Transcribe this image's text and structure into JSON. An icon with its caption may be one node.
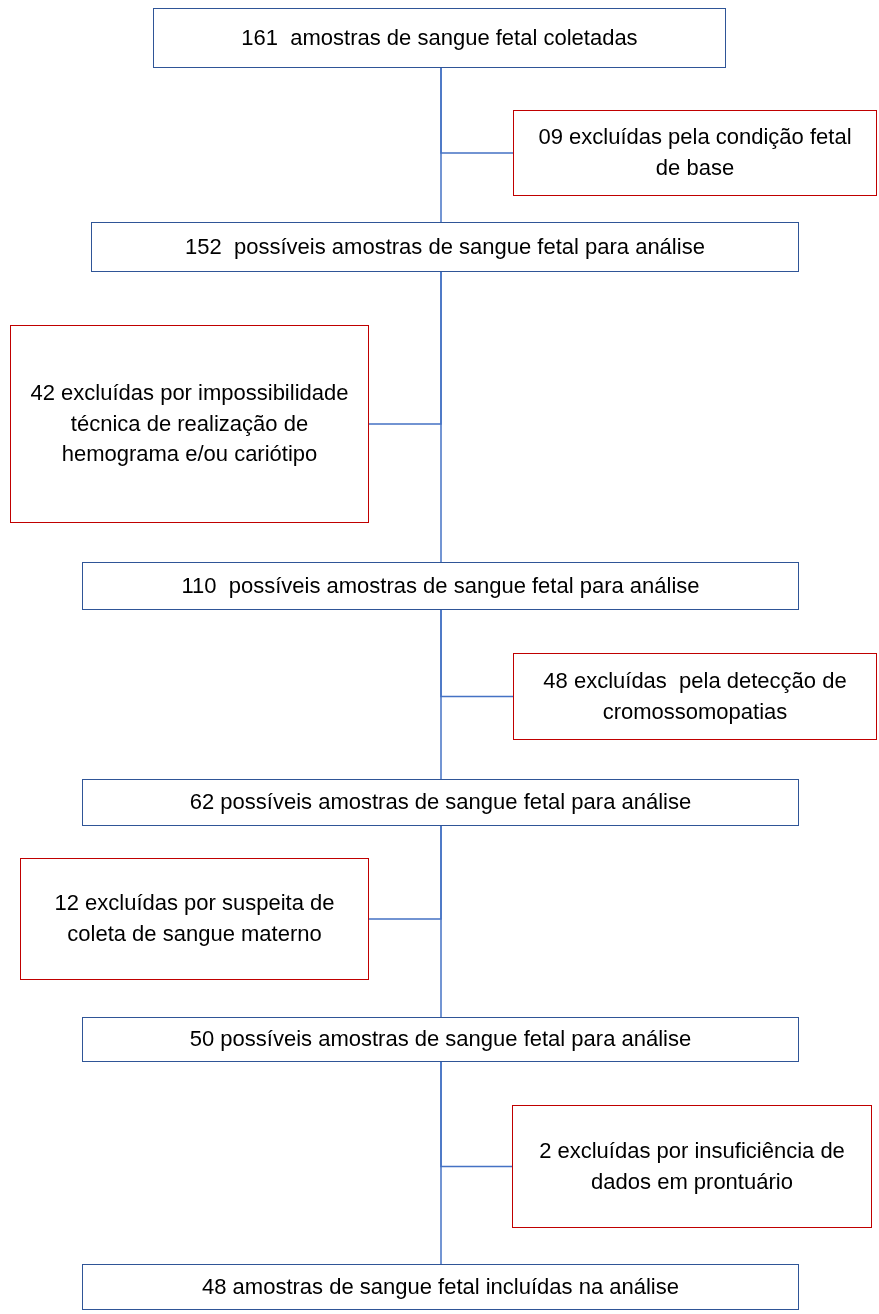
{
  "diagram": {
    "nodes": [
      {
        "text": [
          "161  amostras de sangue fetal coletadas"
        ]
      },
      {
        "text": [
          "09 excluídas pela condição fetal de base"
        ]
      },
      {
        "text": [
          "152  possíveis amostras de sangue fetal para análise"
        ]
      },
      {
        "text": [
          "42 excluídas por impossibilidade técnica de realização de hemograma e/ou cariótipo"
        ]
      },
      {
        "text": [
          "110  possíveis amostras de sangue fetal para análise"
        ]
      },
      {
        "text": [
          "48 excluídas  pela detecção de cromossomopatias"
        ]
      },
      {
        "text": [
          "62 possíveis amostras de sangue fetal para análise"
        ]
      },
      {
        "text": [
          "12 excluídas por suspeita de coleta de sangue materno"
        ]
      },
      {
        "text": [
          "50 possíveis amostras de sangue fetal para análise"
        ]
      },
      {
        "text": [
          "2 excluídas por insuficiência de dados em prontuário"
        ]
      },
      {
        "text": [
          "48 amostras de sangue fetal incluídas na análise"
        ]
      }
    ],
    "edges": [
      {
        "from": 0,
        "to": 2,
        "arrow": "none"
      },
      {
        "from": 0,
        "to": 1,
        "arrow": "none"
      },
      {
        "from": 2,
        "to": 4,
        "arrow": "none"
      },
      {
        "from": 2,
        "to": 3,
        "arrow": "none"
      },
      {
        "from": 4,
        "to": 6,
        "arrow": "none"
      },
      {
        "from": 4,
        "to": 5,
        "arrow": "none"
      },
      {
        "from": 6,
        "to": 8,
        "arrow": "none"
      },
      {
        "from": 6,
        "to": 7,
        "arrow": "none"
      },
      {
        "from": 8,
        "to": 10,
        "arrow": "none"
      },
      {
        "from": 8,
        "to": 9,
        "arrow": "none"
      }
    ]
  }
}
